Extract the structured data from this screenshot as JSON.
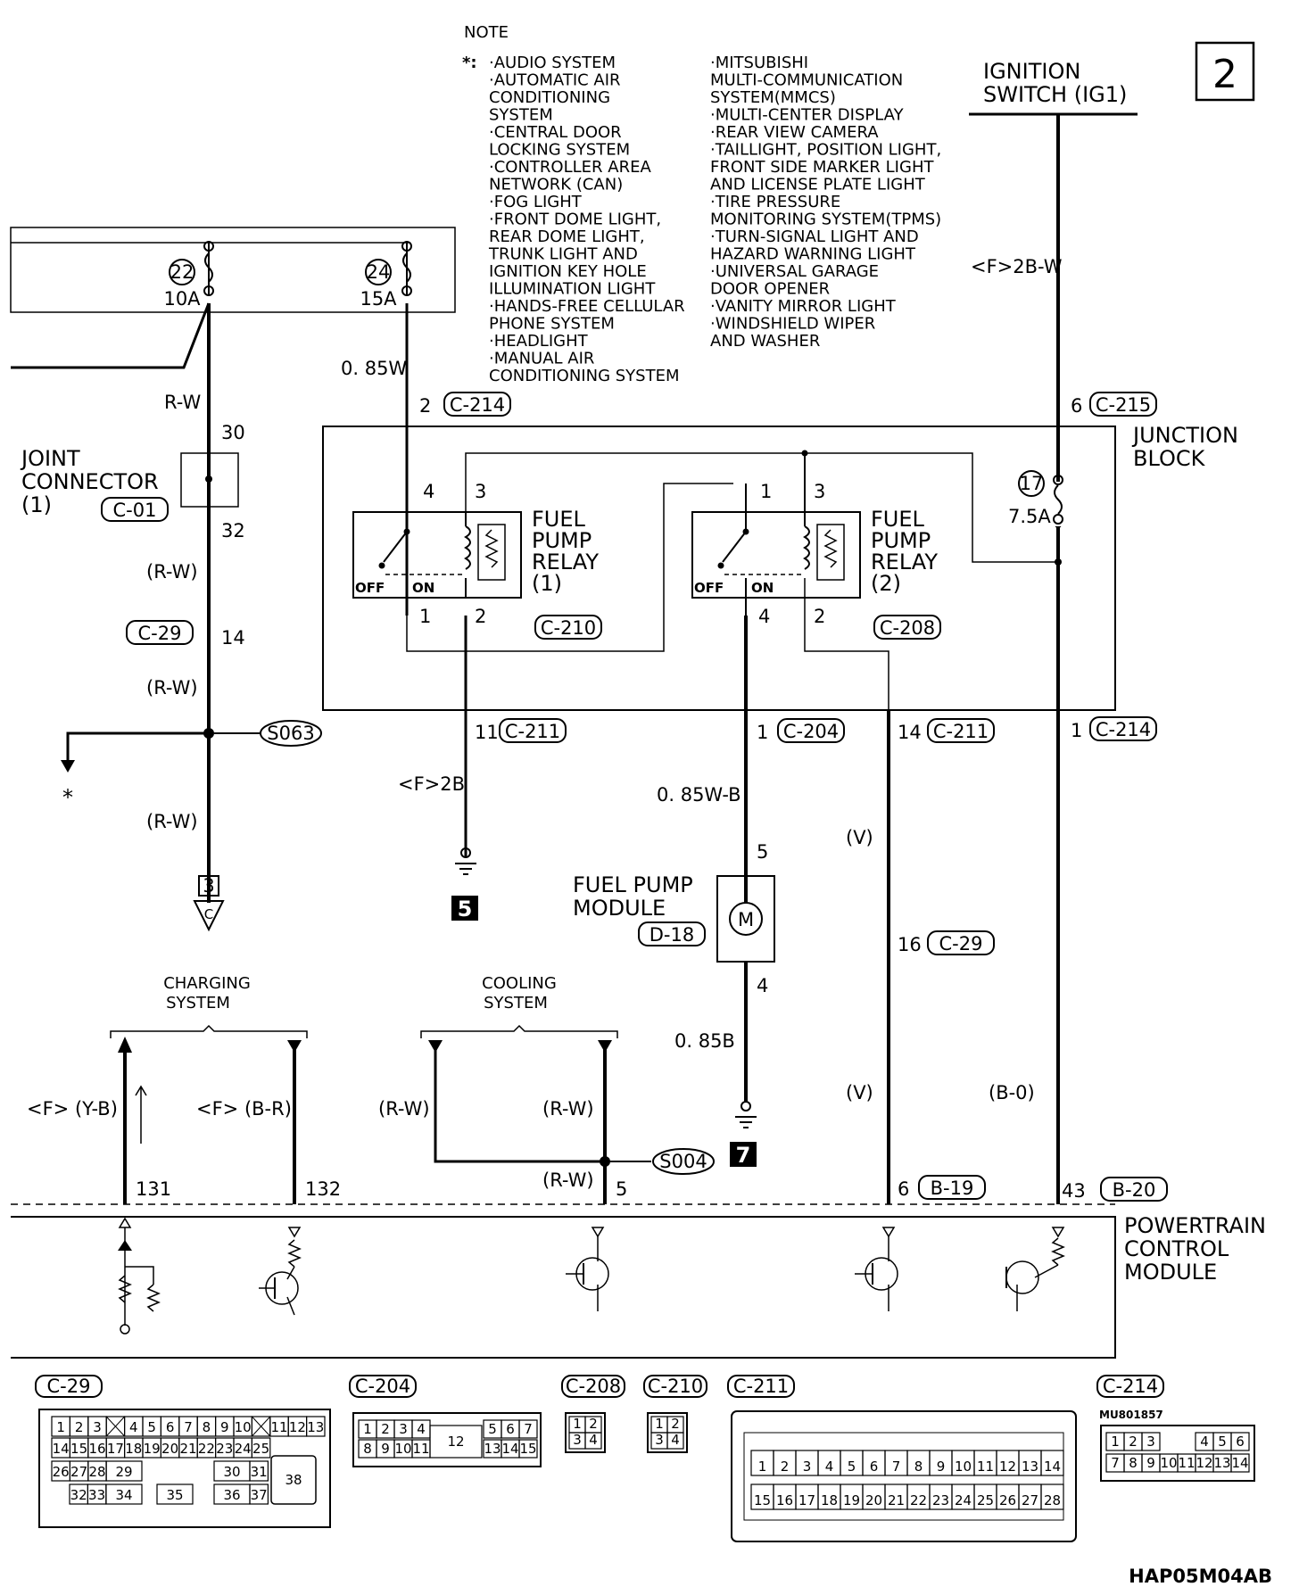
{
  "page_number": "2",
  "note": {
    "title": "NOTE",
    "star": "*:",
    "col1": [
      "·AUDIO SYSTEM",
      "·AUTOMATIC AIR",
      "CONDITIONING",
      "SYSTEM",
      "·CENTRAL DOOR",
      "LOCKING SYSTEM",
      "·CONTROLLER AREA",
      "NETWORK (CAN)",
      "·FOG LIGHT",
      "·FRONT DOME LIGHT,",
      "REAR DOME LIGHT,",
      "TRUNK LIGHT AND",
      "IGNITION KEY HOLE",
      "ILLUMINATION LIGHT",
      "·HANDS-FREE CELLULAR",
      "PHONE SYSTEM",
      "·HEADLIGHT",
      "·MANUAL AIR",
      "CONDITIONING SYSTEM"
    ],
    "col2": [
      "·MITSUBISHI",
      "MULTI-COMMUNICATION",
      "SYSTEM(MMCS)",
      "·MULTI-CENTER DISPLAY",
      "·REAR VIEW CAMERA",
      "·TAILLIGHT, POSITION LIGHT,",
      "FRONT SIDE MARKER LIGHT",
      "AND LICENSE PLATE LIGHT",
      "·TIRE PRESSURE",
      "MONITORING SYSTEM(TPMS)",
      "·TURN-SIGNAL LIGHT AND",
      "HAZARD WARNING LIGHT",
      "·UNIVERSAL GARAGE",
      "DOOR OPENER",
      "·VANITY MIRROR LIGHT",
      "·WINDSHIELD WIPER",
      "AND WASHER"
    ]
  },
  "ignition": {
    "line1": "IGNITION",
    "line2": "SWITCH (IG1)"
  },
  "junction_block": {
    "line1": "JUNCTION",
    "line2": "BLOCK"
  },
  "joint_connector": {
    "line1": "JOINT",
    "line2": "CONNECTOR",
    "line3": "(1)",
    "conn": "C-01",
    "pin_top": "30",
    "pin_bottom": "32"
  },
  "relay1": {
    "line1": "FUEL",
    "line2": "PUMP",
    "line3": "RELAY",
    "line4": "(1)",
    "conn": "C-210",
    "pin4": "4",
    "pin3": "3",
    "pin1": "1",
    "pin2": "2",
    "off": "OFF",
    "on": "ON"
  },
  "relay2": {
    "line1": "FUEL",
    "line2": "PUMP",
    "line3": "RELAY",
    "line4": "(2)",
    "conn": "C-208",
    "pin1": "1",
    "pin3": "3",
    "pin4": "4",
    "pin2": "2",
    "off": "OFF",
    "on": "ON"
  },
  "fuses": {
    "f22": {
      "num": "22",
      "amp": "10A"
    },
    "f24": {
      "num": "24",
      "amp": "15A"
    },
    "f17": {
      "num": "17",
      "amp": "7.5A"
    }
  },
  "wires": {
    "w_085w": "0. 85W",
    "w_rw": "R-W",
    "w_rw_p": "(R-W)",
    "w_f2bw": "<F>2B-W",
    "w_f2b": "<F>2B",
    "w_085wb": "0. 85W-B",
    "w_085b": "0. 85B",
    "w_v": "(V)",
    "w_bo": "(B-0)",
    "w_fyb": "<F> (Y-B)",
    "w_fbr": "<F> (B-R)"
  },
  "connectors": {
    "c214_2": {
      "pin": "2",
      "conn": "C-214"
    },
    "c215_6": {
      "pin": "6",
      "conn": "C-215"
    },
    "c29_14": {
      "pin": "14",
      "conn": "C-29"
    },
    "c211_11": {
      "pin": "11",
      "conn": "C-211"
    },
    "c204_1": {
      "pin": "1",
      "conn": "C-204"
    },
    "c211_14": {
      "pin": "14",
      "conn": "C-211"
    },
    "c214_1": {
      "pin": "1",
      "conn": "C-214"
    },
    "c29_16": {
      "pin": "16",
      "conn": "C-29"
    },
    "b19_6": {
      "pin": "6",
      "conn": "B-19"
    },
    "b20_43": {
      "pin": "43",
      "conn": "B-20"
    },
    "d18": {
      "conn": "D-18"
    }
  },
  "splices": {
    "s063": "S063",
    "s004": "S004"
  },
  "grounds": {
    "g5": "5",
    "g7": "7"
  },
  "offpage": {
    "num": "3",
    "letter": "C",
    "star": "*"
  },
  "fuel_pump": {
    "line1": "FUEL PUMP",
    "line2": "MODULE",
    "pin_top": "5",
    "pin_bottom": "4",
    "motor": "M"
  },
  "systems": {
    "charging": {
      "line1": "CHARGING",
      "line2": "SYSTEM"
    },
    "cooling": {
      "line1": "COOLING",
      "line2": "SYSTEM"
    }
  },
  "pcm": {
    "line1": "POWERTRAIN",
    "line2": "CONTROL",
    "line3": "MODULE",
    "pins": [
      "131",
      "132",
      "5"
    ]
  },
  "connector_views": {
    "c29": {
      "title": "C-29",
      "row1": [
        "1",
        "2",
        "3",
        "",
        "4",
        "5",
        "6",
        "7",
        "8",
        "9",
        "10",
        "",
        "11",
        "12",
        "13"
      ],
      "row2": [
        "14",
        "15",
        "16",
        "17",
        "18",
        "19",
        "20",
        "21",
        "22",
        "23",
        "24",
        "25"
      ],
      "row3": [
        "26",
        "27",
        "28",
        "29",
        "30",
        "31",
        "38"
      ],
      "row4": [
        "32",
        "33",
        "34",
        "35",
        "36",
        "37"
      ]
    },
    "c204": {
      "title": "C-204",
      "row1": [
        "1",
        "2",
        "3",
        "4",
        "5",
        "6",
        "7"
      ],
      "row2": [
        "8",
        "9",
        "10",
        "11",
        "12",
        "13",
        "14",
        "15"
      ]
    },
    "c208": {
      "title": "C-208",
      "row1": [
        "1",
        "2"
      ],
      "row2": [
        "3",
        "4"
      ]
    },
    "c210": {
      "title": "C-210",
      "row1": [
        "1",
        "2"
      ],
      "row2": [
        "3",
        "4"
      ]
    },
    "c211": {
      "title": "C-211",
      "row1": [
        "1",
        "2",
        "3",
        "4",
        "5",
        "6",
        "7",
        "8",
        "9",
        "10",
        "11",
        "12",
        "13",
        "14"
      ],
      "row2": [
        "15",
        "16",
        "17",
        "18",
        "19",
        "20",
        "21",
        "22",
        "23",
        "24",
        "25",
        "26",
        "27",
        "28"
      ]
    },
    "c214": {
      "title": "C-214",
      "part": "MU801857",
      "row1": [
        "1",
        "2",
        "3",
        "4",
        "5",
        "6"
      ],
      "row2": [
        "7",
        "8",
        "9",
        "10",
        "11",
        "12",
        "13",
        "14"
      ]
    }
  },
  "code": "HAP05M04AB"
}
